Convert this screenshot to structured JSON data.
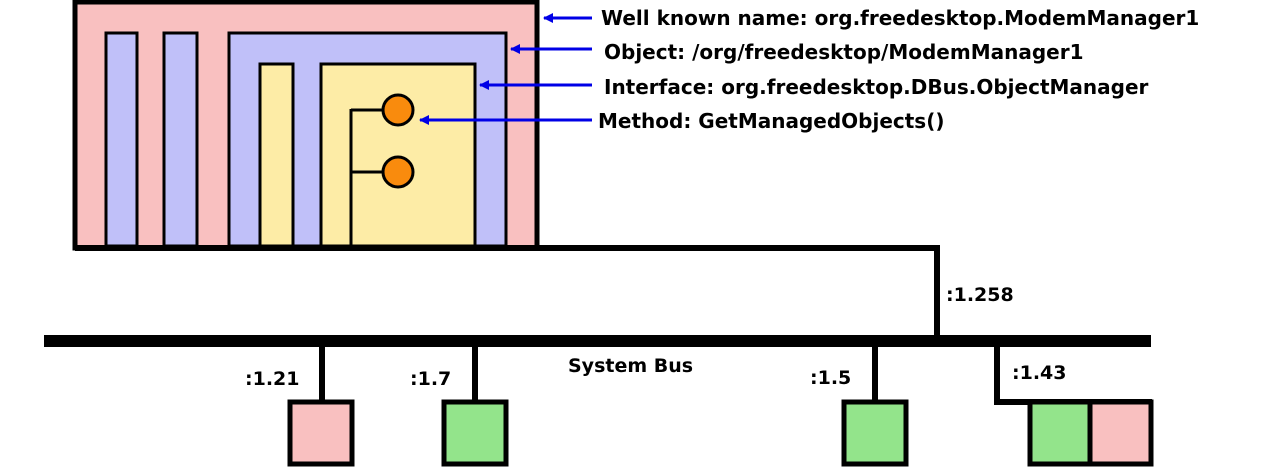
{
  "labels": {
    "well_known_name": "Well known name: org.freedesktop.ModemManager1",
    "object": "Object: /org/freedesktop/ModemManager1",
    "interface": "Interface: org.freedesktop.DBus.ObjectManager",
    "method": "Method: GetManagedObjects()"
  },
  "bus": {
    "name": "System Bus",
    "modem_manager_connection": ":1.258",
    "connections": [
      ":1.21",
      ":1.7",
      ":1.5",
      ":1.43"
    ]
  },
  "colors": {
    "process": "#f9c0c0",
    "object": "#c0c0f9",
    "interface": "#fdeca6",
    "method": "#f98b0d",
    "client": "#93e48b",
    "arrow": "#0000e6",
    "line": "#000000"
  }
}
